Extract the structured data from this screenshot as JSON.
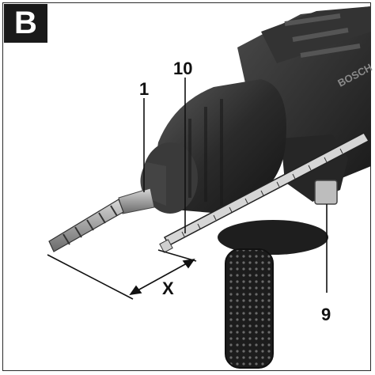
{
  "figure": {
    "badge": "B",
    "callouts": {
      "bit": "1",
      "depth_stop": "10",
      "button": "9",
      "dimension": "X"
    },
    "brand": "BOSCH"
  }
}
